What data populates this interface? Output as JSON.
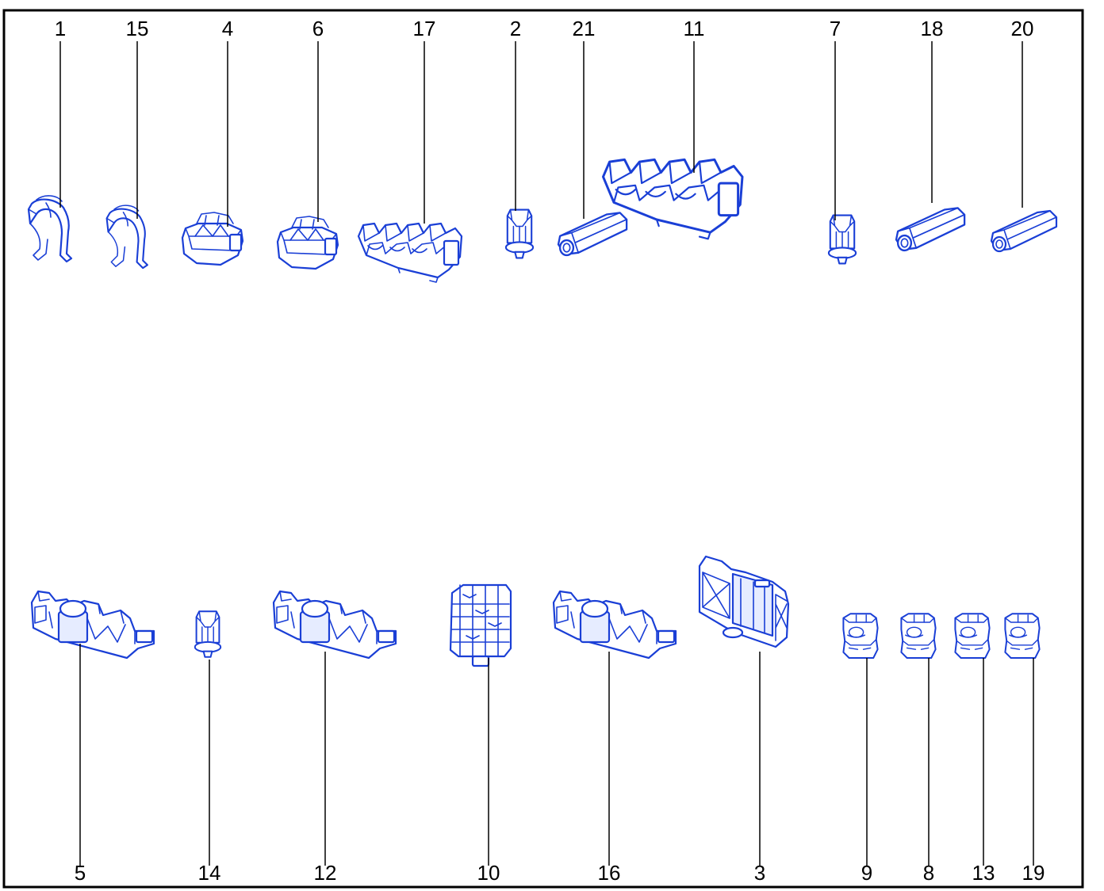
{
  "colors": {
    "frame": "#000000",
    "part_stroke": "#1a3fd6",
    "part_fill": "#e6ecff",
    "label": "#000000"
  },
  "callouts": [
    {
      "id": "p1",
      "label": "1",
      "icon": "spring-clip-icon"
    },
    {
      "id": "p15",
      "label": "15",
      "icon": "spring-clip-icon"
    },
    {
      "id": "p4",
      "label": "4",
      "icon": "cable-clip-icon"
    },
    {
      "id": "p6",
      "label": "6",
      "icon": "cable-clip-icon"
    },
    {
      "id": "p17",
      "label": "17",
      "icon": "triple-pipe-clip-icon"
    },
    {
      "id": "p2",
      "label": "2",
      "icon": "push-rivet-clip-icon"
    },
    {
      "id": "p21",
      "label": "21",
      "icon": "hex-spacer-icon"
    },
    {
      "id": "p11",
      "label": "11",
      "icon": "triple-pipe-clip-icon"
    },
    {
      "id": "p7",
      "label": "7",
      "icon": "push-rivet-clip-icon"
    },
    {
      "id": "p18",
      "label": "18",
      "icon": "hex-spacer-icon"
    },
    {
      "id": "p20",
      "label": "20",
      "icon": "hex-spacer-icon"
    },
    {
      "id": "p5",
      "label": "5",
      "icon": "multi-pipe-clip-icon"
    },
    {
      "id": "p14",
      "label": "14",
      "icon": "push-rivet-clip-icon"
    },
    {
      "id": "p12",
      "label": "12",
      "icon": "multi-pipe-clip-icon"
    },
    {
      "id": "p10",
      "label": "10",
      "icon": "stacked-clip-icon"
    },
    {
      "id": "p16",
      "label": "16",
      "icon": "multi-pipe-clip-icon"
    },
    {
      "id": "p3",
      "label": "3",
      "icon": "large-bracket-icon"
    },
    {
      "id": "p9",
      "label": "9",
      "icon": "ring-clip-icon"
    },
    {
      "id": "p8",
      "label": "8",
      "icon": "ring-clip-icon"
    },
    {
      "id": "p13",
      "label": "13",
      "icon": "ring-clip-icon"
    },
    {
      "id": "p19",
      "label": "19",
      "icon": "ring-clip-icon"
    }
  ]
}
